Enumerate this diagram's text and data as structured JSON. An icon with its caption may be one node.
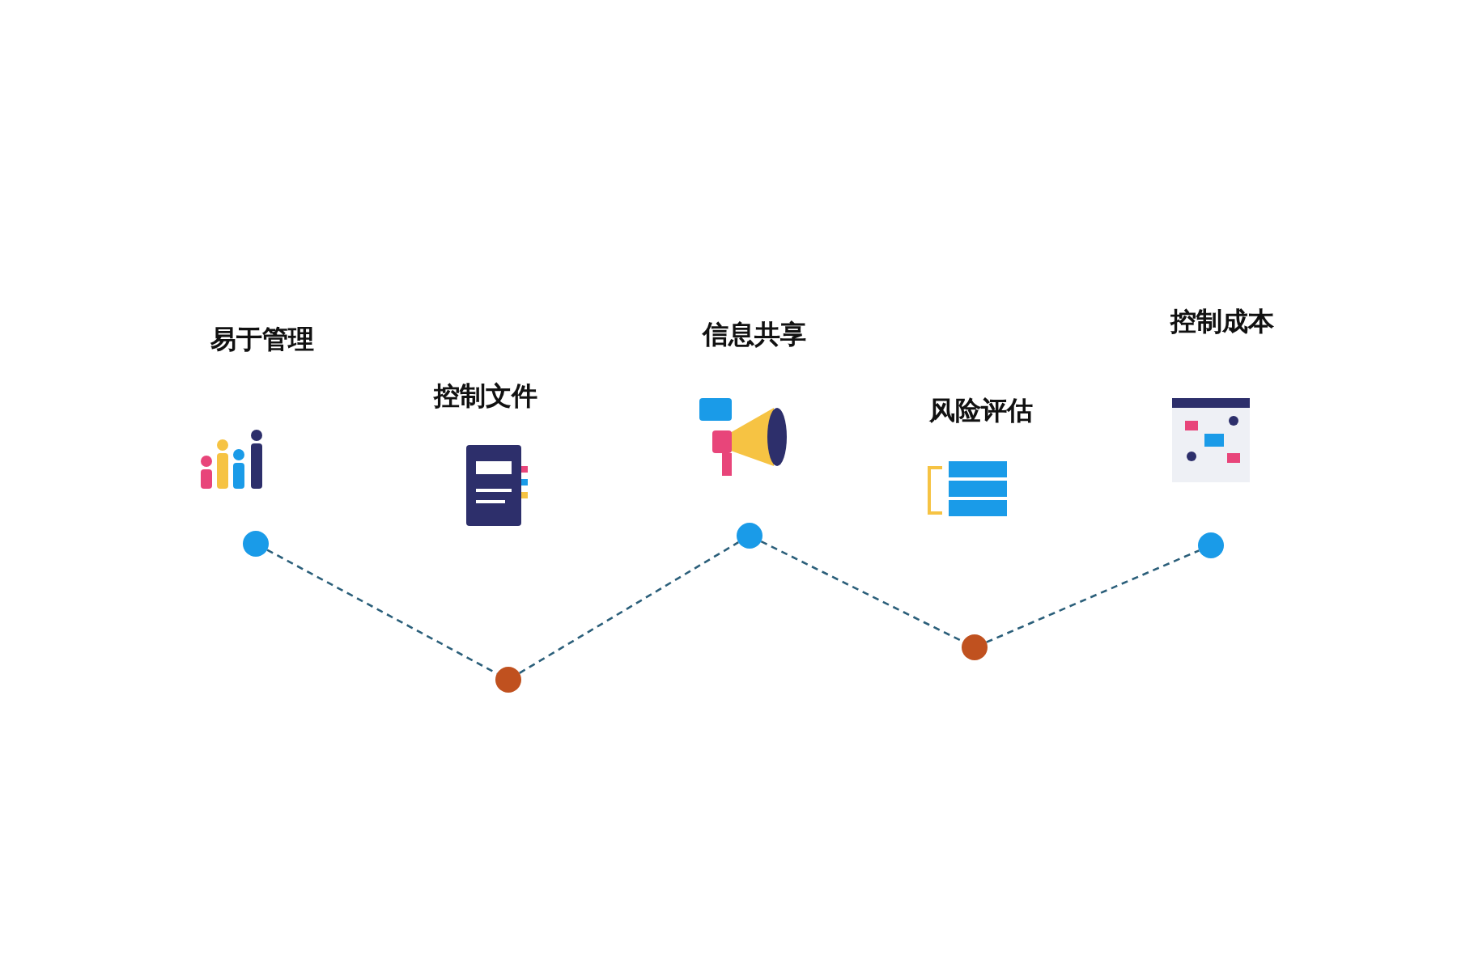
{
  "diagram": {
    "nodes": [
      {
        "text": [],
        "shape": "circle"
      },
      {
        "text": [],
        "shape": "circle"
      },
      {
        "text": [],
        "shape": "circle"
      },
      {
        "text": [],
        "shape": "circle"
      },
      {
        "text": [],
        "shape": "circle"
      }
    ],
    "edges": [
      {
        "from": 0,
        "to": 1,
        "arrow": "none",
        "style": "dashed"
      },
      {
        "from": 1,
        "to": 2,
        "arrow": "none",
        "style": "dashed"
      },
      {
        "from": 2,
        "to": 3,
        "arrow": "none",
        "style": "dashed"
      },
      {
        "from": 3,
        "to": 4,
        "arrow": "none",
        "style": "dashed"
      }
    ],
    "labels": [
      "易于管理",
      "控制文件",
      "信息共享",
      "风险评估",
      "控制成本"
    ]
  }
}
